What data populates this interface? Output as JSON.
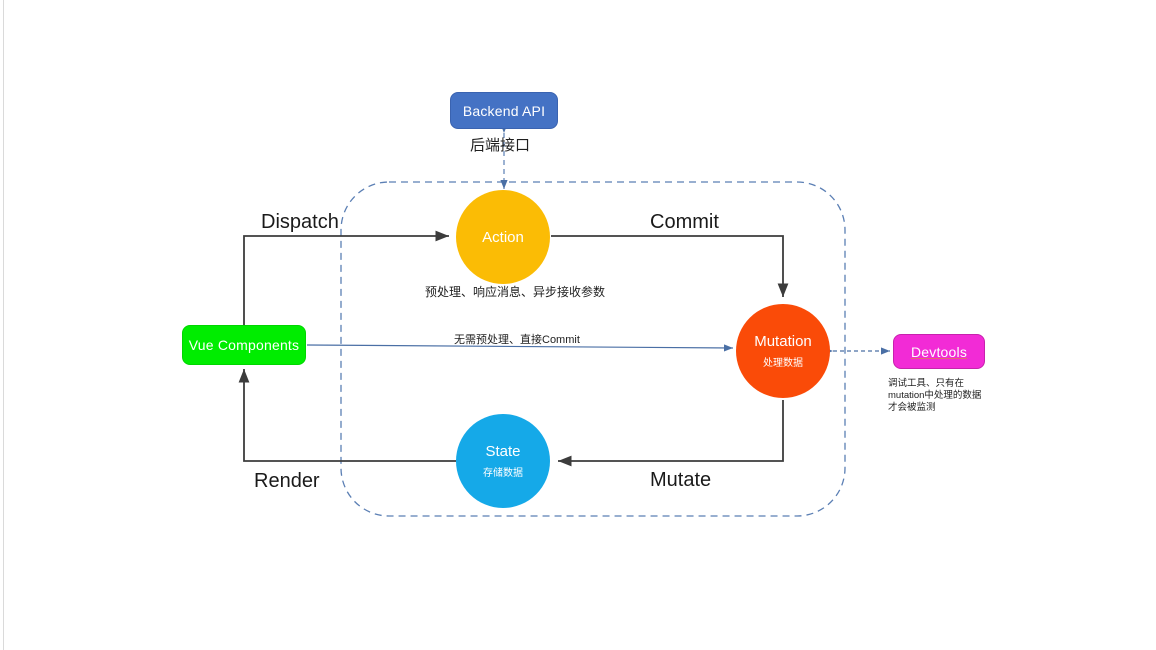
{
  "diagram": {
    "title": "Vuex data flow diagram",
    "colors": {
      "backend": "#4472C4",
      "vue_components": "#00ED00",
      "action": "#FBBC05",
      "mutation": "#FA4B08",
      "state": "#15A9E8",
      "devtools": "#F22BD6",
      "store_boundary": "#5B7FB4",
      "solid_arrow": "#3c3c3c",
      "blue_arrow": "#4a6fa5"
    },
    "nodes": {
      "backend": {
        "label": "Backend API",
        "caption": "后端接口"
      },
      "vue_components": {
        "label": "Vue Components"
      },
      "action": {
        "label": "Action",
        "caption": "预处理、响应消息、异步接收参数"
      },
      "mutation": {
        "label": "Mutation",
        "sublabel": "处理数据"
      },
      "state": {
        "label": "State",
        "sublabel": "存储数据"
      },
      "devtools": {
        "label": "Devtools",
        "note": "调试工具、只有在mutation中处理的数据才会被监测"
      }
    },
    "edges": {
      "dispatch": "Dispatch",
      "commit": "Commit",
      "render": "Render",
      "mutate": "Mutate",
      "direct_commit": "无需预处理、直接Commit"
    }
  }
}
